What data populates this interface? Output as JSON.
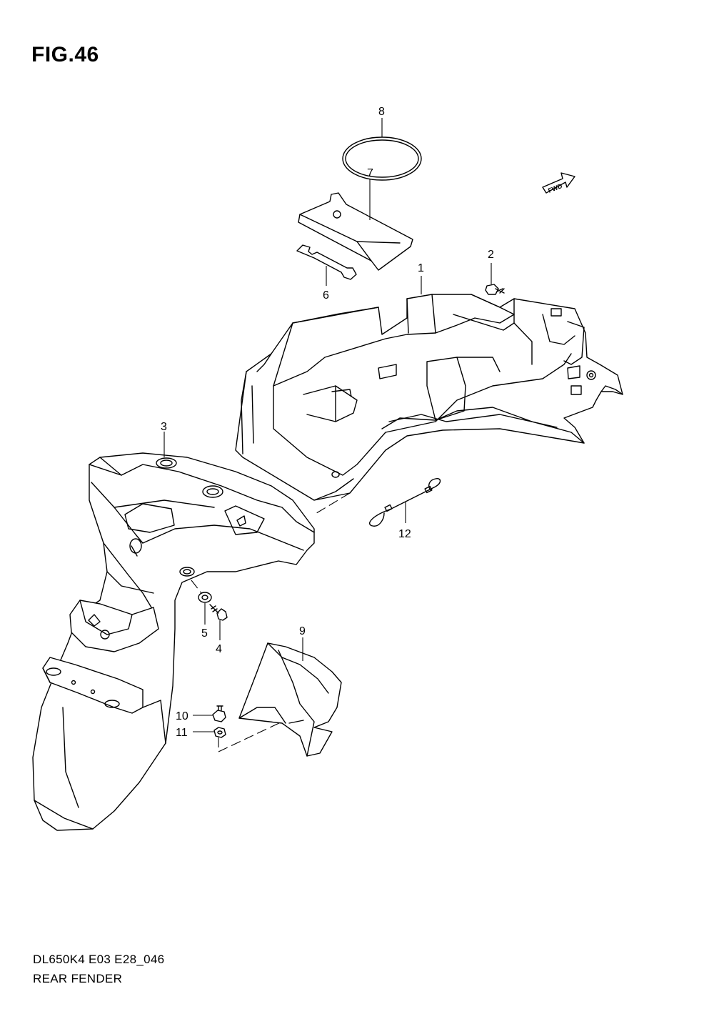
{
  "figure": {
    "title": "FIG.46",
    "code": "DL650K4 E03 E28_046",
    "name": "REAR FENDER"
  },
  "fwd_label": "FWD",
  "parts": [
    {
      "ref": "1"
    },
    {
      "ref": "2"
    },
    {
      "ref": "3"
    },
    {
      "ref": "4"
    },
    {
      "ref": "5"
    },
    {
      "ref": "6"
    },
    {
      "ref": "7"
    },
    {
      "ref": "8"
    },
    {
      "ref": "9"
    },
    {
      "ref": "10"
    },
    {
      "ref": "11"
    },
    {
      "ref": "12"
    }
  ]
}
